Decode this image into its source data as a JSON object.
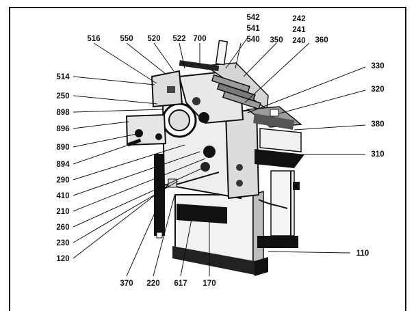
{
  "figure": {
    "labels": [
      {
        "id": "l542",
        "text": "542"
      },
      {
        "id": "l541",
        "text": "541"
      },
      {
        "id": "l540",
        "text": "540"
      },
      {
        "id": "l242",
        "text": "242"
      },
      {
        "id": "l241",
        "text": "241"
      },
      {
        "id": "l240",
        "text": "240"
      },
      {
        "id": "l516",
        "text": "516"
      },
      {
        "id": "l550",
        "text": "550"
      },
      {
        "id": "l520",
        "text": "520"
      },
      {
        "id": "l522",
        "text": "522"
      },
      {
        "id": "l700",
        "text": "700"
      },
      {
        "id": "l350",
        "text": "350"
      },
      {
        "id": "l360",
        "text": "360"
      },
      {
        "id": "l330",
        "text": "330"
      },
      {
        "id": "l320",
        "text": "320"
      },
      {
        "id": "l380",
        "text": "380"
      },
      {
        "id": "l310",
        "text": "310"
      },
      {
        "id": "l110",
        "text": "110"
      },
      {
        "id": "l514",
        "text": "514"
      },
      {
        "id": "l250",
        "text": "250"
      },
      {
        "id": "l898",
        "text": "898"
      },
      {
        "id": "l896",
        "text": "896"
      },
      {
        "id": "l890",
        "text": "890"
      },
      {
        "id": "l894",
        "text": "894"
      },
      {
        "id": "l290",
        "text": "290"
      },
      {
        "id": "l410",
        "text": "410"
      },
      {
        "id": "l210",
        "text": "210"
      },
      {
        "id": "l260",
        "text": "260"
      },
      {
        "id": "l230",
        "text": "230"
      },
      {
        "id": "l120",
        "text": "120"
      },
      {
        "id": "l220",
        "text": "220"
      },
      {
        "id": "l370",
        "text": "370"
      },
      {
        "id": "l617",
        "text": "617"
      },
      {
        "id": "l170",
        "text": "170"
      }
    ]
  }
}
